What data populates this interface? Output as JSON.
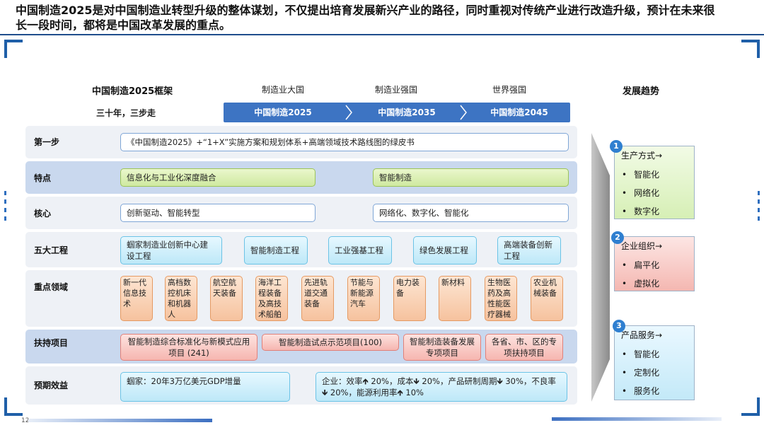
{
  "headline": "中国制造2025是对中国制造业转型升级的整体谋划，不仅提出培育发展新兴产业的路径，同时重视对传统产业进行改造升级，预计在未来很长一段时间，都将是中国改革发展的重点。",
  "framework_title": "中国制造2025框架",
  "trend_title": "发展趋势",
  "three_steps": "三十年，三步走",
  "stages": [
    "制造业大国",
    "制造业强国",
    "世界强国"
  ],
  "timeline": [
    "中国制造2025",
    "中国制造2035",
    "中国制造2045"
  ],
  "rows": {
    "step1": {
      "label": "第一步",
      "content": "《中国制造2025》+“1+X”实施方案和规划体系+高端领域技术路线图的绿皮书"
    },
    "features": {
      "label": "特点",
      "items": [
        "信息化与工业化深度融合",
        "智能制造"
      ]
    },
    "core": {
      "label": "核心",
      "items": [
        "创新驱动、智能转型",
        "网络化、数字化、智能化"
      ]
    },
    "projects": {
      "label": "五大工程",
      "items": [
        "蝈家制造业创新中心建设工程",
        "智能制造工程",
        "工业强基工程",
        "绿色发展工程",
        "高端装备创新工程"
      ]
    },
    "key_fields": {
      "label": "重点领域",
      "items": [
        "新一代信息技术",
        "高档数控机床和机器人",
        "航空航天装备",
        "海洋工程装备及高技术船舶",
        "先进轨道交通装备",
        "节能与新能源汽车",
        "电力装备",
        "新材料",
        "生物医药及高性能医疗器械",
        "农业机械装备"
      ]
    },
    "support": {
      "label": "扶持项目",
      "items": [
        "智能制造综合标准化与新模式应用项目 (241)",
        "智能制造试点示范项目(100)",
        "智能制造装备发展专项项目",
        "各省、市、区的专项扶持项目"
      ]
    },
    "benefits": {
      "label": "预期效益",
      "items": [
        "蝈家：20年3万亿美元GDP增量",
        "企业：效率🡹 20%，成本🡻 20%，产品研制周期🡻 30%，不良率🡻 20%，能源利用率🡹 10%"
      ]
    }
  },
  "trends": [
    {
      "num": "1",
      "title": "生产方式→",
      "items": [
        "智能化",
        "网络化",
        "数字化"
      ]
    },
    {
      "num": "2",
      "title": "企业组织→",
      "items": [
        "扁平化",
        "虚拟化"
      ]
    },
    {
      "num": "3",
      "title": "产品服务→",
      "items": [
        "智能化",
        "定制化",
        "服务化"
      ]
    }
  ],
  "page_number": "12",
  "colors": {
    "accent_blue": "#3d74c3",
    "row_blue": "#c9d8ee",
    "green": "#cfe9a0",
    "cyan": "#bde8f8",
    "orange": "#f6c29e",
    "red": "#f6b6b0"
  }
}
